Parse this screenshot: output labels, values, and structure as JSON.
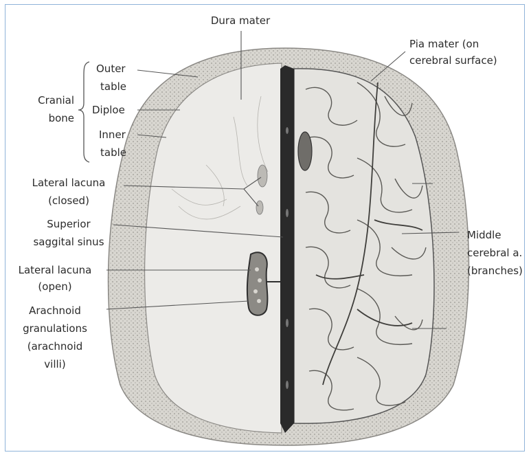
{
  "labels": {
    "dura_mater": "Dura mater",
    "pia_mater_1": "Pia mater (on",
    "pia_mater_2": "cerebral surface)",
    "cranial": "Cranial",
    "bone": "bone",
    "outer": "Outer",
    "outer_table": "table",
    "diploe": "Diploe",
    "inner": "Inner",
    "inner_table": "table",
    "lat_lac_closed_1": "Lateral lacuna",
    "lat_lac_closed_2": "(closed)",
    "sup_sag_1": "Superior",
    "sup_sag_2": "saggital sinus",
    "lat_lac_open_1": "Lateral lacuna",
    "lat_lac_open_2": "(open)",
    "arach_1": "Arachnoid",
    "arach_2": "granulations",
    "arach_3": "(arachnoid",
    "arach_4": "villi)",
    "mca_1": "Middle",
    "mca_2": "cerebral a.",
    "mca_3": "(branches)"
  },
  "colors": {
    "frame": "#8fb3d9",
    "bone": "#d9d7d2",
    "dura": "#ecebe8",
    "brain": "#e4e3df",
    "sinus": "#2a2a2a",
    "leader": "#555555"
  }
}
